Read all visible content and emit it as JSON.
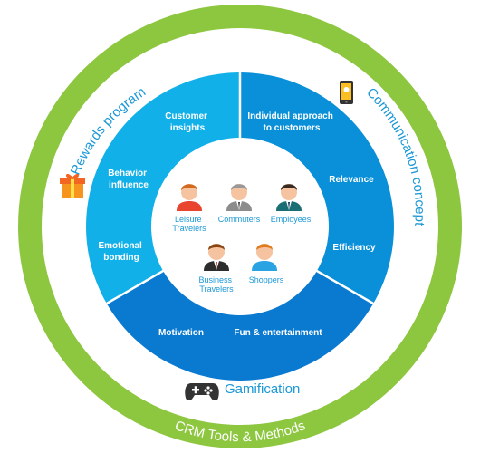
{
  "ring": {
    "top_label": "CRM Tools & Methods",
    "bottom_label": "CRM Tools & Methods"
  },
  "outer_labels": {
    "rewards": "Rewards program",
    "communication": "Communication concept",
    "gamification": "Gamification"
  },
  "segments": {
    "customer_insights": [
      "Customer",
      "insights"
    ],
    "behavior_influence": [
      "Behavior",
      "influence"
    ],
    "emotional_bonding": [
      "Emotional",
      "bonding"
    ],
    "individual_approach": [
      "Individual approach",
      "to customers"
    ],
    "relevance": [
      "Relevance"
    ],
    "efficiency": [
      "Efficiency"
    ],
    "motivation": [
      "Motivation"
    ],
    "fun_entertainment": [
      "Fun & entertainment"
    ]
  },
  "people": {
    "leisure": [
      "Leisure",
      "Travelers"
    ],
    "commuters": [
      "Commuters"
    ],
    "employees": [
      "Employees"
    ],
    "business": [
      "Business",
      "Travelers"
    ],
    "shoppers": [
      "Shoppers"
    ]
  },
  "colors": {
    "ring_green": "#8dc63f",
    "left_segment": "#12b0e8",
    "right_segment": "#0990d8",
    "bottom_segment": "#0a7ad0",
    "label_blue": "#1b98d6"
  },
  "icons": {
    "rewards": "gift-icon",
    "communication": "smartphone-icon",
    "gamification": "gamepad-icon"
  }
}
